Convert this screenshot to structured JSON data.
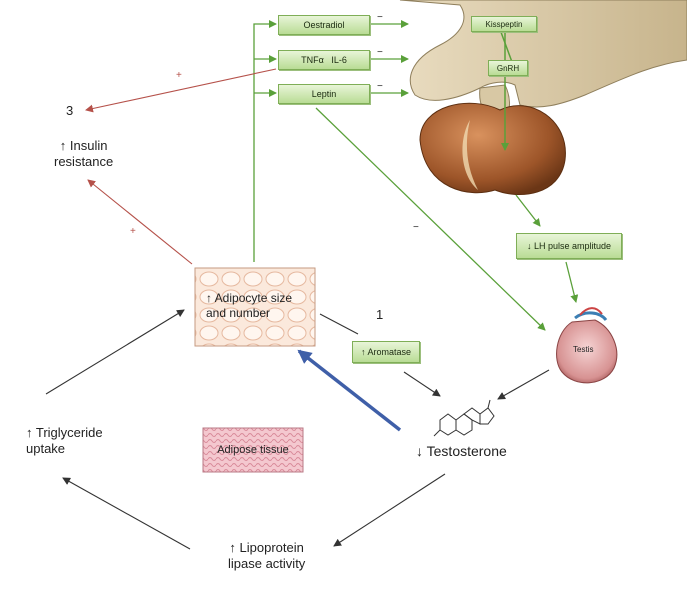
{
  "hormones": {
    "oestradiol": "Oestradiol",
    "tnf_il6": "TNFα   IL-6",
    "leptin": "Leptin",
    "kisspeptin": "Kisspeptin",
    "gnrh": "GnRH",
    "lh": "↓ LH pulse amplitude",
    "aromatase": "↑ Aromatase",
    "testis": "Testis"
  },
  "nodes": {
    "insulin": "↑ Insulin\nresistance",
    "adipocyte": "↑ Adipocyte size\nand number",
    "triglyceride": "↑ Triglyceride\nuptake",
    "adipose_tissue": "Adipose tissue",
    "testosterone": "↓ Testosterone",
    "lipoprotein": "↑ Lipoprotein\nlipase activity"
  },
  "step_numbers": {
    "one": "1",
    "three": "3"
  },
  "signs": {
    "plus": "+",
    "minus": "−"
  },
  "colors": {
    "green": "#5aa03a",
    "red": "#b5514a",
    "blue": "#3f5fa8",
    "black": "#333333"
  }
}
